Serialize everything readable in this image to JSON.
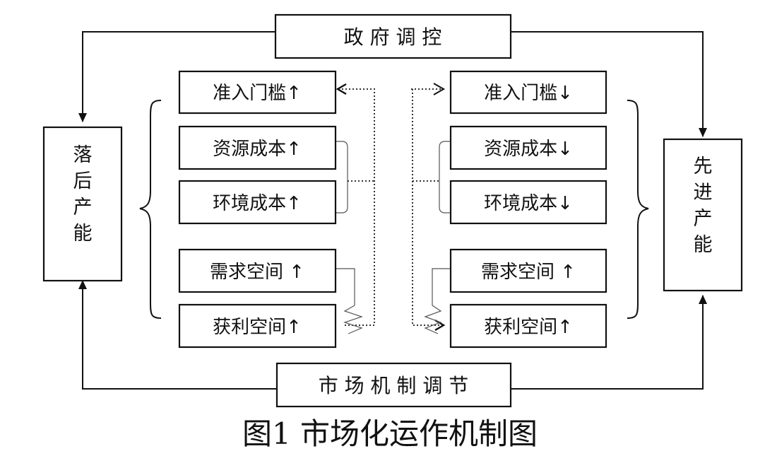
{
  "top_box": {
    "label": "政 府 调 控"
  },
  "bottom_box": {
    "label": "市 场 机 制 调 节"
  },
  "left_box": {
    "label_chars": [
      "落",
      "后",
      "产",
      "能"
    ]
  },
  "right_box": {
    "label_chars": [
      "先",
      "进",
      "产",
      "能"
    ]
  },
  "left_factors": [
    {
      "label": "准入门槛↑"
    },
    {
      "label": "资源成本↑"
    },
    {
      "label": "环境成本↑"
    },
    {
      "label": "需求空间 ↑"
    },
    {
      "label": "获利空间↑"
    }
  ],
  "right_factors": [
    {
      "label": "准入门槛↓"
    },
    {
      "label": "资源成本↓"
    },
    {
      "label": "环境成本↓"
    },
    {
      "label": "需求空间 ↑"
    },
    {
      "label": "获利空间↑"
    }
  ],
  "caption": "图1  市场化运作机制图"
}
